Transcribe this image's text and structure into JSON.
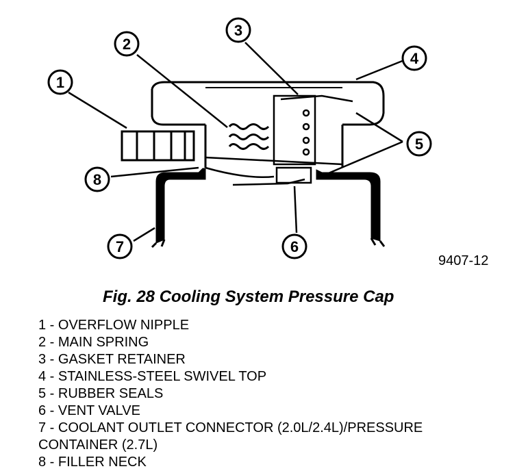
{
  "figure": {
    "id": "9407-12",
    "caption": "Fig. 28 Cooling System Pressure Cap"
  },
  "callouts": [
    "1",
    "2",
    "3",
    "4",
    "5",
    "6",
    "7",
    "8"
  ],
  "legend": [
    "1 - OVERFLOW NIPPLE",
    "2 - MAIN SPRING",
    "3 - GASKET RETAINER",
    "4 - STAINLESS-STEEL SWIVEL TOP",
    "5 - RUBBER SEALS",
    "6 - VENT VALVE",
    "7 - COOLANT OUTLET CONNECTOR (2.0L/2.4L)/PRESSURE CONTAINER (2.7L)",
    "8 - FILLER NECK"
  ]
}
